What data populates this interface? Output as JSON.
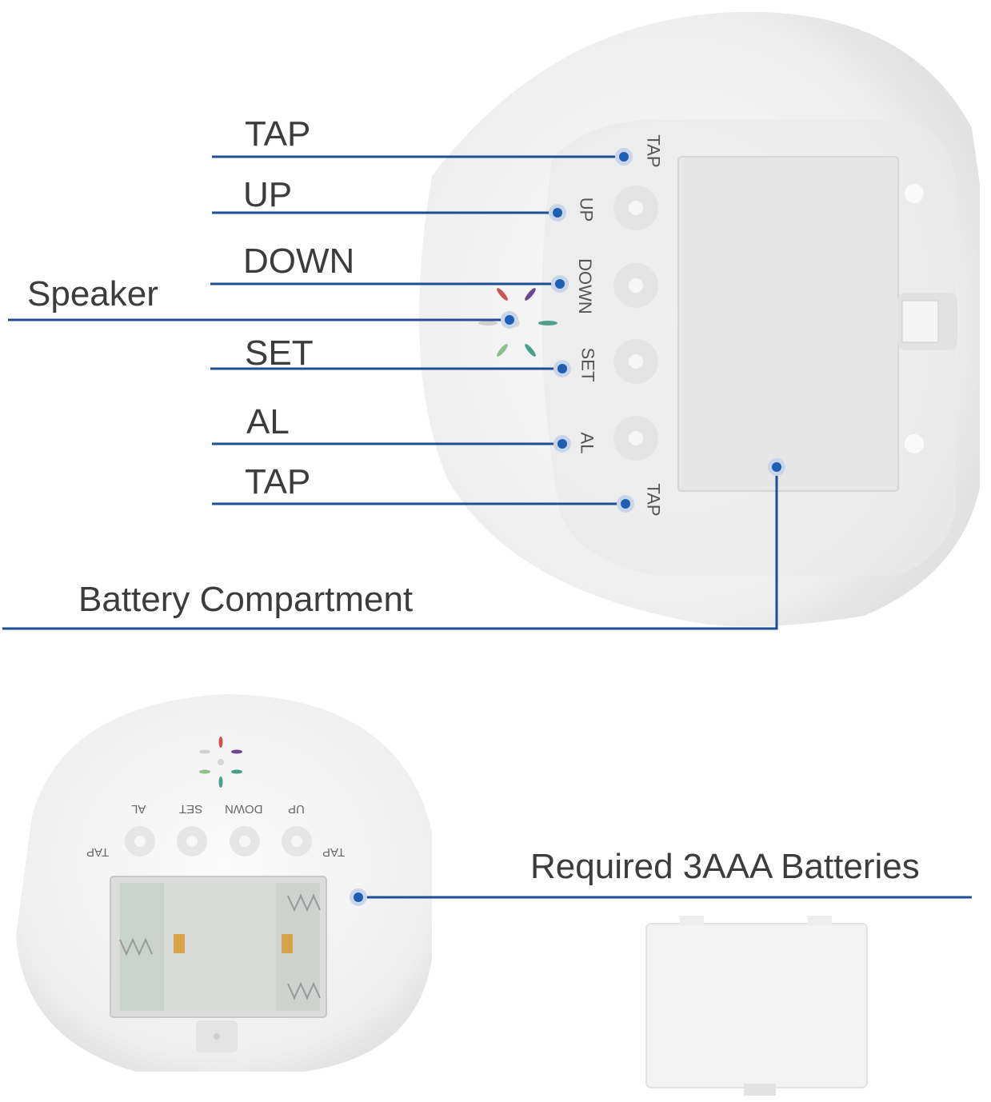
{
  "callouts": {
    "tap_top": "TAP",
    "up": "UP",
    "down": "DOWN",
    "speaker": "Speaker",
    "set": "SET",
    "al": "AL",
    "tap_bottom": "TAP",
    "battery_compartment": "Battery Compartment",
    "required_batteries": "Required 3AAA Batteries"
  },
  "device_top_labels": {
    "tap_top": "TAP",
    "up": "UP",
    "down": "DOWN",
    "set": "SET",
    "al": "AL",
    "tap_bottom": "TAP"
  },
  "device_bottom_labels": {
    "al": "AL",
    "set": "SET",
    "down": "DOWN",
    "up": "UP",
    "tap_left": "TAP",
    "tap_right": "TAP"
  },
  "colors": {
    "line": "#1e4e94",
    "dot": "#1f5fb3",
    "device": "#f2f2f2"
  }
}
